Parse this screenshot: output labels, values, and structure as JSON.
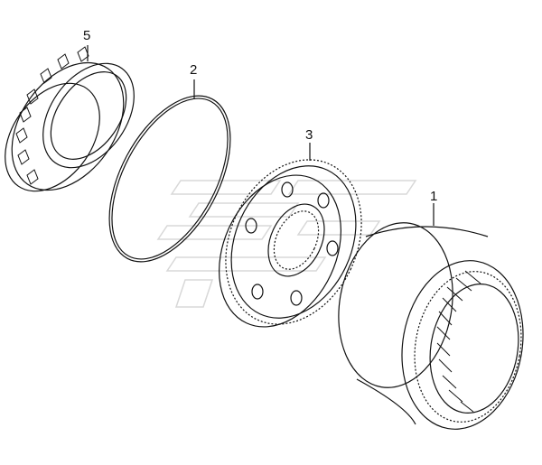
{
  "parts": [
    {
      "number": "1",
      "name": "ring-gear"
    },
    {
      "number": "2",
      "name": "retaining-ring"
    },
    {
      "number": "3",
      "name": "gear-hub"
    },
    {
      "number": "5",
      "name": "tapered-roller-bearing"
    }
  ],
  "colors": {
    "line": "#111111",
    "background": "#ffffff",
    "watermark": "#d8d8d8"
  }
}
